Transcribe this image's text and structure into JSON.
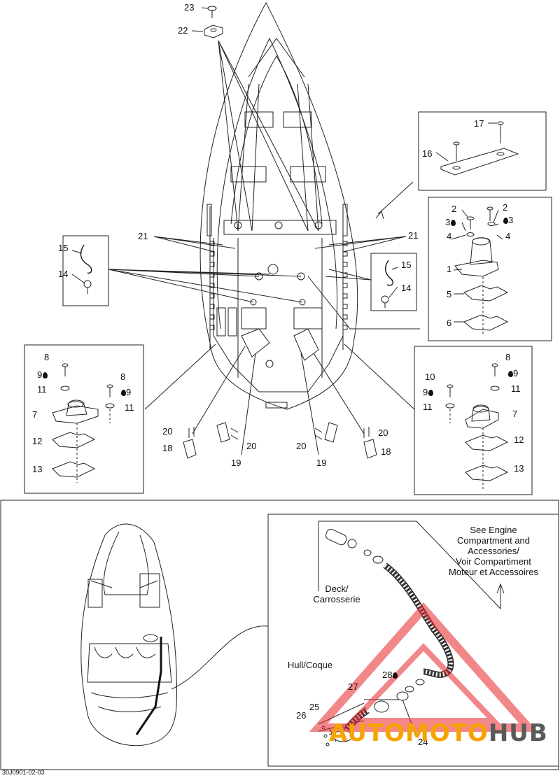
{
  "diagram": {
    "callouts": {
      "n1": "1",
      "n2a": "2",
      "n2b": "2",
      "n3a": "3",
      "n3b": "3",
      "n4a": "4",
      "n4b": "4",
      "n5": "5",
      "n6": "6",
      "n7a": "7",
      "n7b": "7",
      "n8a": "8",
      "n8b": "8",
      "n8c": "8",
      "n9a": "9",
      "n9b": "9",
      "n9c": "9",
      "n10": "10",
      "n11a": "11",
      "n11b": "11",
      "n11c": "11",
      "n11d": "11",
      "n12a": "12",
      "n12b": "12",
      "n13a": "13",
      "n13b": "13",
      "n14a": "14",
      "n14b": "14",
      "n15a": "15",
      "n15b": "15",
      "n16": "16",
      "n17": "17",
      "n18a": "18",
      "n18b": "18",
      "n19a": "19",
      "n19b": "19",
      "n20a": "20",
      "n20b": "20",
      "n20c": "20",
      "n20d": "20",
      "n21a": "21",
      "n21b": "21",
      "n22": "22",
      "n23": "23",
      "n24": "24",
      "n25": "25",
      "n26": "26",
      "n27": "27",
      "n28": "28"
    },
    "notes": {
      "deck": "Deck/\nCarrosserie",
      "hull": "Hull/Coque",
      "see_engine": "See Engine\nCompartment and\nAccessories/\nVoir Compartiment\nMoteur et Accessoires"
    },
    "drawing_code": "30J0901-02-03",
    "watermark": {
      "part1": "AUTOMOTO",
      "part2": "HUB",
      "color_accent": "#f6a300",
      "color_dark": "#5a5a5a",
      "triangle_color": "#e8262b"
    }
  }
}
